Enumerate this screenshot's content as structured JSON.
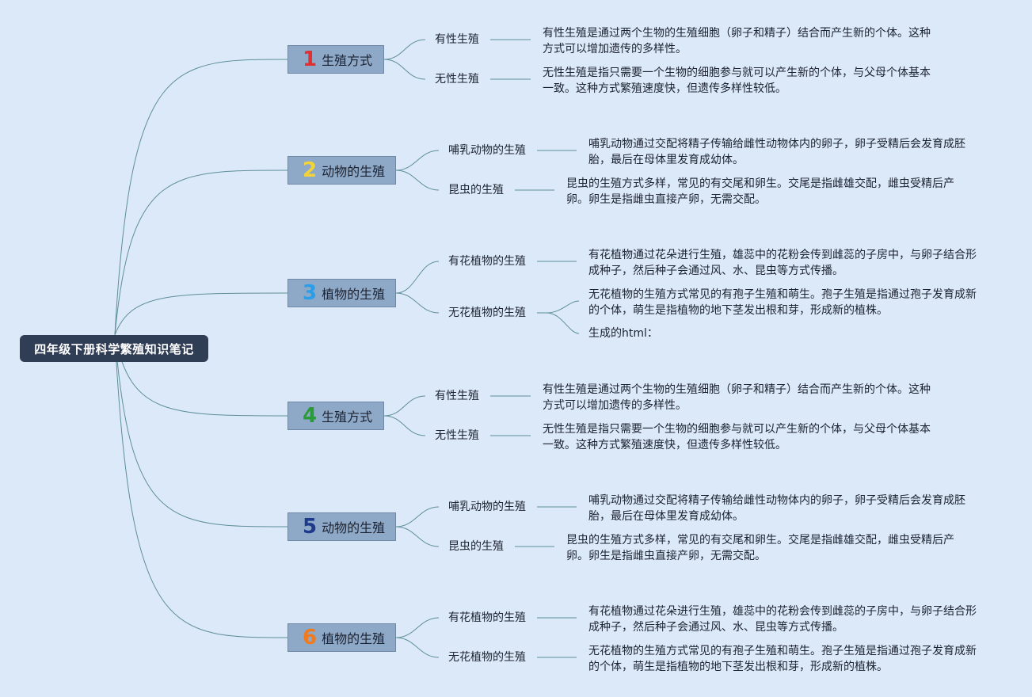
{
  "root": {
    "title": "四年级下册科学繁殖知识笔记"
  },
  "colors": {
    "background": "#dce9f8",
    "root_fill": "#2f3d55",
    "topic_fill": "#8ea8c8",
    "line": "#5e8f9a",
    "num1": "#e03030",
    "num2": "#f2d33a",
    "num3": "#2a9fe8",
    "num4": "#2a9a3a",
    "num5": "#1e3a8a",
    "num6": "#f07a1e"
  },
  "topics": [
    {
      "num": "1",
      "label": "生殖方式",
      "children": [
        {
          "label": "有性生殖",
          "details": [
            "有性生殖是通过两个生物的生殖细胞（卵子和精子）结合而产生新的个体。这种\n方式可以增加遗传的多样性。"
          ]
        },
        {
          "label": "无性生殖",
          "details": [
            "无性生殖是指只需要一个生物的细胞参与就可以产生新的个体，与父母个体基本\n一致。这种方式繁殖速度快，但遗传多样性较低。"
          ]
        }
      ]
    },
    {
      "num": "2",
      "label": "动物的生殖",
      "children": [
        {
          "label": "哺乳动物的生殖",
          "details": [
            "哺乳动物通过交配将精子传输给雌性动物体内的卵子，卵子受精后会发育成胚\n胎，最后在母体里发育成幼体。"
          ]
        },
        {
          "label": "昆虫的生殖",
          "details": [
            "昆虫的生殖方式多样，常见的有交尾和卵生。交尾是指雌雄交配，雌虫受精后产\n卵。卵生是指雌虫直接产卵，无需交配。"
          ]
        }
      ]
    },
    {
      "num": "3",
      "label": "植物的生殖",
      "children": [
        {
          "label": "有花植物的生殖",
          "details": [
            "有花植物通过花朵进行生殖，雄蕊中的花粉会传到雌蕊的子房中，与卵子结合形\n成种子，然后种子会通过风、水、昆虫等方式传播。"
          ]
        },
        {
          "label": "无花植物的生殖",
          "details": [
            "无花植物的生殖方式常见的有孢子生殖和萌生。孢子生殖是指通过孢子发育成新\n的个体，萌生是指植物的地下茎发出根和芽，形成新的植株。",
            "生成的html："
          ]
        }
      ]
    },
    {
      "num": "4",
      "label": "生殖方式",
      "children": [
        {
          "label": "有性生殖",
          "details": [
            "有性生殖是通过两个生物的生殖细胞（卵子和精子）结合而产生新的个体。这种\n方式可以增加遗传的多样性。"
          ]
        },
        {
          "label": "无性生殖",
          "details": [
            "无性生殖是指只需要一个生物的细胞参与就可以产生新的个体，与父母个体基本\n一致。这种方式繁殖速度快，但遗传多样性较低。"
          ]
        }
      ]
    },
    {
      "num": "5",
      "label": "动物的生殖",
      "children": [
        {
          "label": "哺乳动物的生殖",
          "details": [
            "哺乳动物通过交配将精子传输给雌性动物体内的卵子，卵子受精后会发育成胚\n胎，最后在母体里发育成幼体。"
          ]
        },
        {
          "label": "昆虫的生殖",
          "details": [
            "昆虫的生殖方式多样，常见的有交尾和卵生。交尾是指雌雄交配，雌虫受精后产\n卵。卵生是指雌虫直接产卵，无需交配。"
          ]
        }
      ]
    },
    {
      "num": "6",
      "label": "植物的生殖",
      "children": [
        {
          "label": "有花植物的生殖",
          "details": [
            "有花植物通过花朵进行生殖，雄蕊中的花粉会传到雌蕊的子房中，与卵子结合形\n成种子，然后种子会通过风、水、昆虫等方式传播。"
          ]
        },
        {
          "label": "无花植物的生殖",
          "details": [
            "无花植物的生殖方式常见的有孢子生殖和萌生。孢子生殖是指通过孢子发育成新\n的个体，萌生是指植物的地下茎发出根和芽，形成新的植株。"
          ]
        }
      ]
    }
  ]
}
